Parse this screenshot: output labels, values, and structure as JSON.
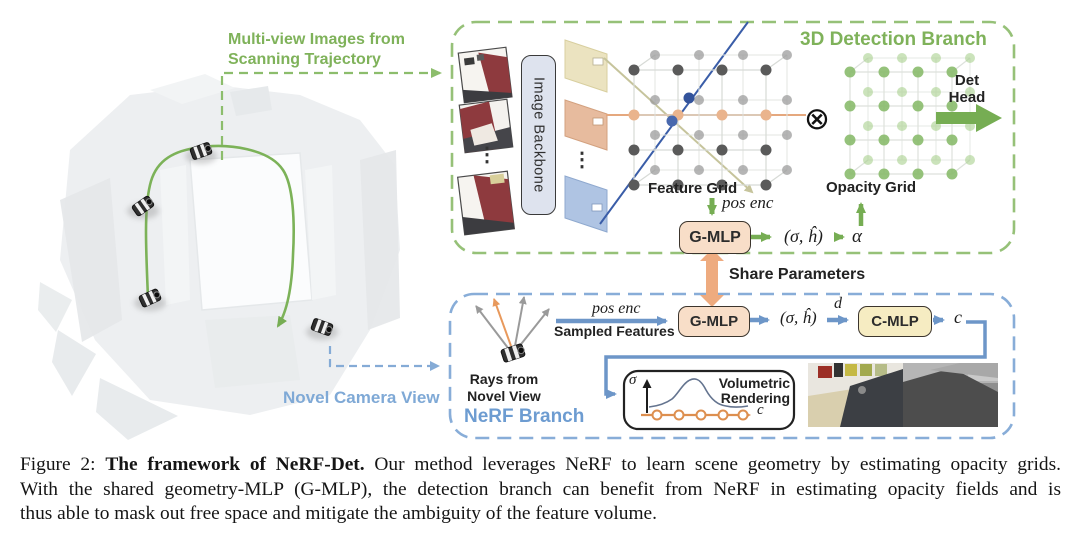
{
  "figure": {
    "scene": {
      "multiview_label_line1": "Multi-view Images from",
      "multiview_label_line2": "Scanning Trajectory",
      "novel_camera_view": "Novel Camera View"
    },
    "detection_branch": {
      "title": "3D Detection Branch",
      "image_backbone": "Image Backbone",
      "thumbs_ellipsis": "⋮",
      "planes_ellipsis": "⋮",
      "feature_grid_label": "Feature Grid",
      "pos_enc": "pos enc",
      "gmlp_label": "G-MLP",
      "sigma_h": "(σ, ĥ)",
      "alpha": "α",
      "tensor_symbol": "⊗",
      "opacity_grid_label": "Opacity Grid",
      "det_head_line1": "Det",
      "det_head_line2": "Head"
    },
    "share_parameters_label": "Share Parameters",
    "nerf_branch": {
      "title": "NeRF Branch",
      "rays_line1": "Rays from",
      "rays_line2": "Novel View",
      "pos_enc": "pos enc",
      "sampled_features": "Sampled Features",
      "gmlp_label": "G-MLP",
      "sigma_h": "(σ, ĥ)",
      "d": "d",
      "cmlp_label": "C-MLP",
      "c": "c",
      "sigma_axis": "σ",
      "volumetric_line1": "Volumetric",
      "volumetric_line2": "Rendering",
      "render_c": "c"
    },
    "icons": {
      "camera": "camera-icon",
      "tensor_product": "⊗"
    },
    "colors": {
      "green_text": "#7fb25a",
      "green_border": "#96c178",
      "green_arrow": "#76ad53",
      "blue_text": "#6d9cd1",
      "blue_border": "#88add8",
      "blue_arrow": "#6d96c8",
      "orange_share_arrow": "#eeab7f",
      "gmlp_fill": "#f8dec8",
      "cmlp_fill": "#f6ecc2",
      "backbone_fill": "#dee3ee",
      "feature_dot_gray": "#5a5a5a",
      "opacity_dot_green": "#8abc6d"
    }
  },
  "caption": {
    "line1_prefix": "Figure 2: ",
    "line1_bold": "The framework of NeRF-Det.",
    "line1_rest": " Our method leverages NeRF to learn scene geometry by estimating opacity grids.",
    "line2": "With the shared geometry-MLP (G-MLP), the detection branch can benefit from NeRF in estimating opacity fields and is",
    "line3": "thus able to mask out free space and mitigate the ambiguity of the feature volume."
  }
}
